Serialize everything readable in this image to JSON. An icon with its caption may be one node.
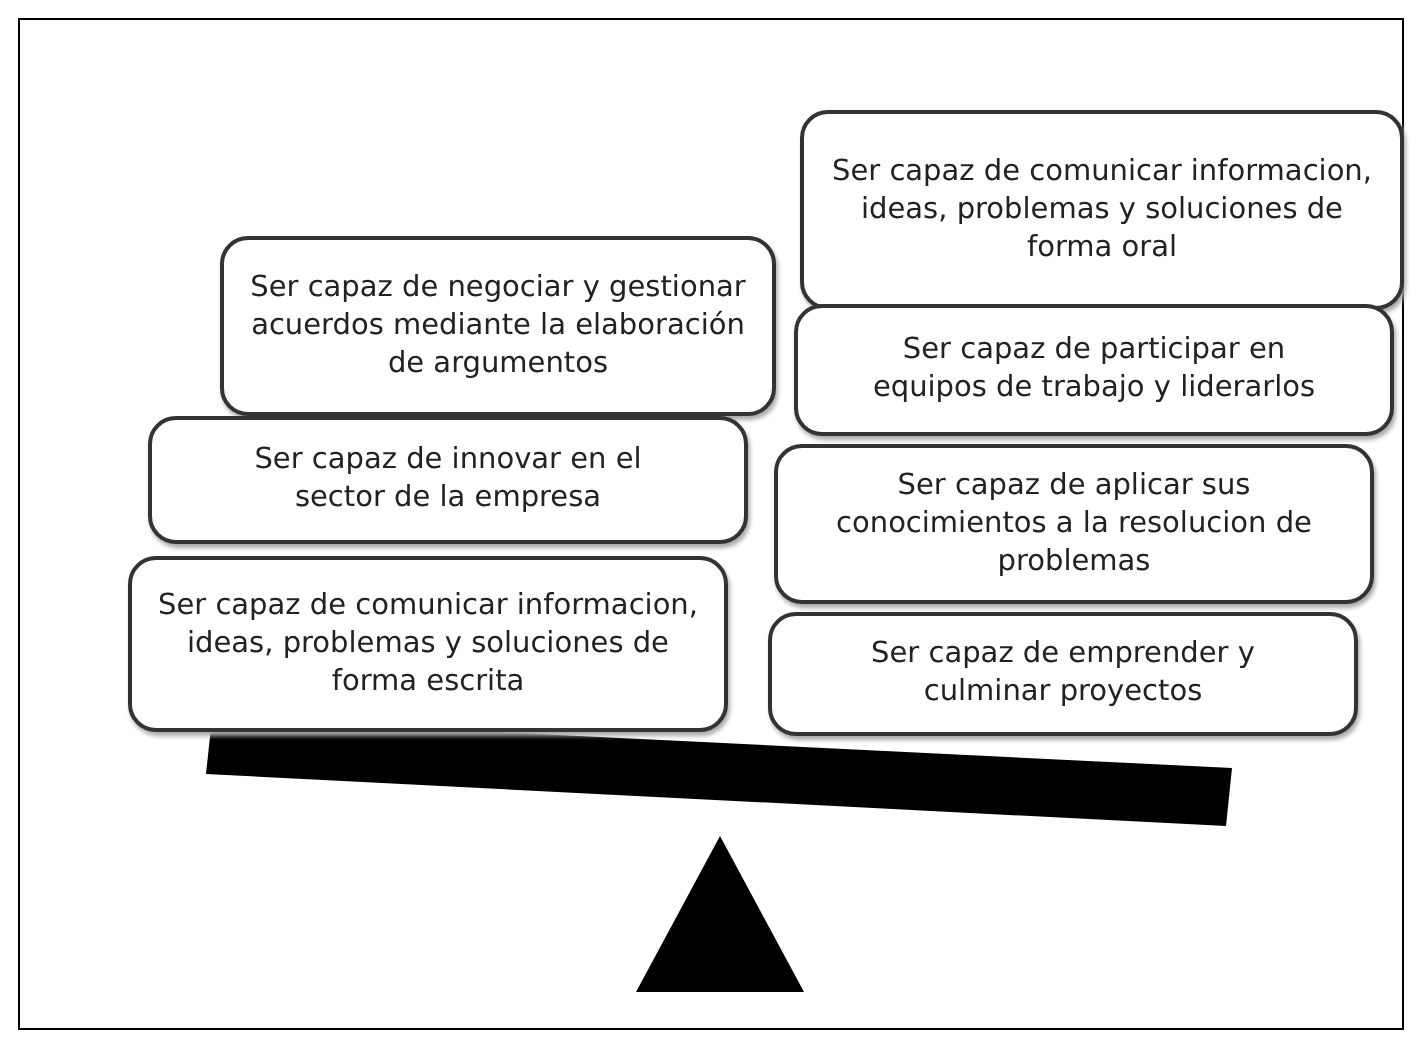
{
  "diagram": {
    "nodes": [
      {
        "text": [
          "Ser capaz de negociar y gestionar acuerdos mediante la elaboración de argumentos"
        ]
      },
      {
        "text": [
          "Ser capaz de innovar en el sector de la empresa"
        ]
      },
      {
        "text": [
          "Ser capaz de comunicar informacion, ideas, problemas y soluciones de forma escrita"
        ]
      },
      {
        "text": [
          "Ser capaz de comunicar informacion, ideas, problemas y soluciones de forma oral"
        ]
      },
      {
        "text": [
          "Ser capaz de participar en equipos de trabajo y liderarlos"
        ]
      },
      {
        "text": [
          "Ser capaz de aplicar sus conocimientos a la resolucion de problemas"
        ]
      },
      {
        "text": [
          "Ser capaz de emprender y culminar proyectos"
        ]
      }
    ]
  }
}
